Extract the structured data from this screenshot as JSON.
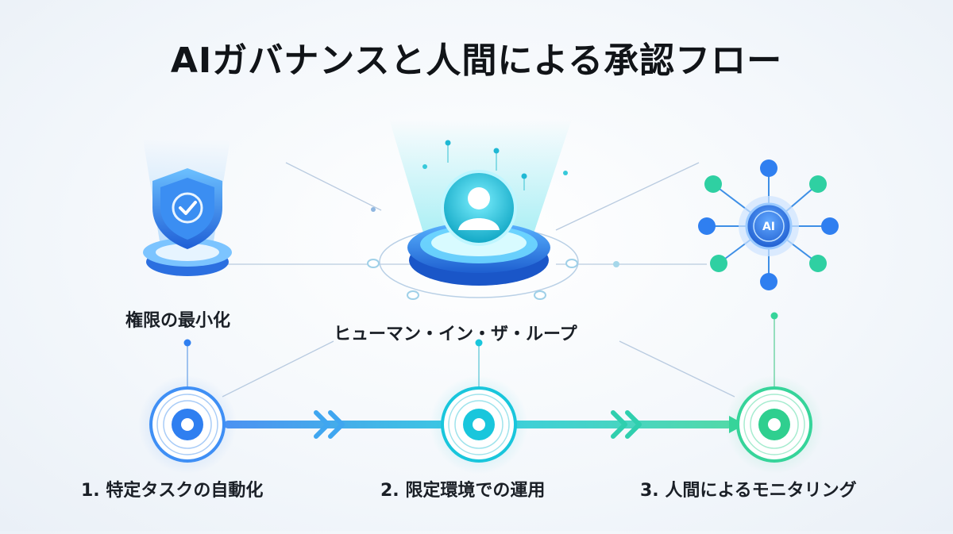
{
  "title": "AIガバナンスと人間による承認フロー",
  "top_nodes": {
    "shield": {
      "label": "権限の最小化",
      "icon": "shield-check-icon"
    },
    "human": {
      "label": "ヒューマン・イン・ザ・ループ",
      "icon": "person-icon"
    },
    "ai_hub": {
      "badge": "AI",
      "icon": "network-hub-icon"
    }
  },
  "steps": [
    {
      "label": "1. 特定タスクの自動化"
    },
    {
      "label": "2. 限定環境での運用"
    },
    {
      "label": "3. 人間によるモニタリング"
    }
  ],
  "colors": {
    "blue": "#2f7ff0",
    "cyan": "#19c6dc",
    "green": "#36d49a",
    "title": "#111418"
  }
}
